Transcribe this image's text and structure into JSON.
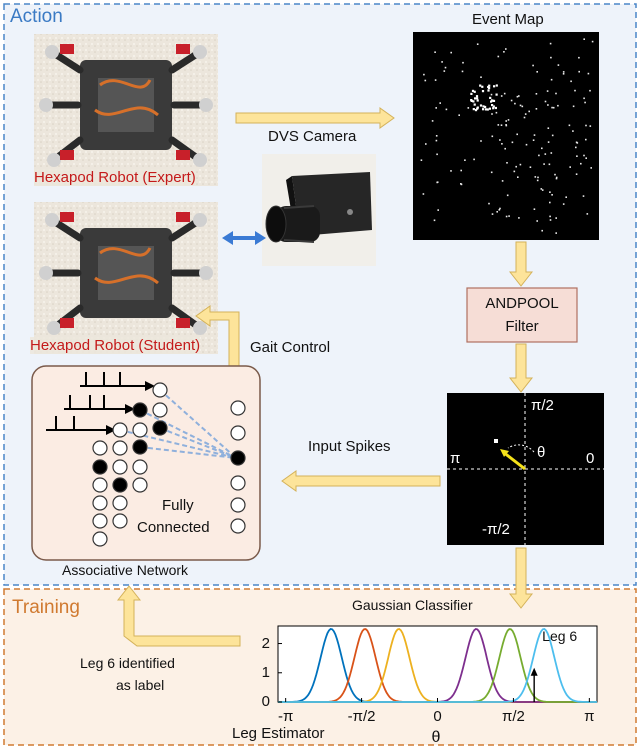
{
  "sections": {
    "action_title": "Action",
    "training_title": "Training"
  },
  "labels": {
    "event_map": "Event Map",
    "dvs_camera": "DVS Camera",
    "robot_expert": "Hexapod Robot (Expert)",
    "robot_student": "Hexapod Robot (Student)",
    "gait_control": "Gait Control",
    "andpool_line1": "ANDPOOL",
    "andpool_line2": "Filter",
    "input_spikes": "Input Spikes",
    "fully": "Fully",
    "connected": "Connected",
    "associative_network": "Associative Network",
    "gaussian_classifier": "Gaussian Classifier",
    "leg6_identified_line1": "Leg 6 identified",
    "leg6_identified_line2": "as label",
    "leg_estimator": "Leg Estimator"
  },
  "polar": {
    "top": "π/2",
    "left": "π",
    "right": "0",
    "bottom": "-π/2",
    "angle": "θ"
  },
  "colors": {
    "action_border": "#4a86c8",
    "action_fill": "#eef3fa",
    "training_border": "#d07a30",
    "training_fill": "#fcf1e6",
    "arrow_yellow": "#fde49a",
    "arrow_yellow_edge": "#d4b25a",
    "andpool_fill": "#f6ddd6",
    "andpool_border": "#b07060",
    "network_fill": "#fbece3",
    "network_border": "#7a5a4a",
    "double_arrow": "#3a7ad4",
    "robot_caption": "#c41a1a",
    "action_title": "#3a7ac4",
    "training_title": "#d07a30"
  },
  "chart_data": {
    "type": "line",
    "title": "Gaussian Classifier",
    "xlabel": "θ",
    "ylabel": "",
    "xlim": [
      -3.3,
      3.3
    ],
    "ylim": [
      0,
      2.6
    ],
    "x_ticks": [
      -3.1416,
      -1.5708,
      0,
      1.5708,
      3.1416
    ],
    "x_tick_labels": [
      "-π",
      "-π/2",
      "0",
      "π/2",
      "π"
    ],
    "y_ticks": [
      0,
      1,
      2
    ],
    "y_tick_labels": [
      "0",
      "1",
      "2"
    ],
    "grid": false,
    "series": [
      {
        "color": "#0072BD",
        "mu": -2.2,
        "sigma": 0.22,
        "amp": 2.5
      },
      {
        "color": "#D95319",
        "mu": -1.5,
        "sigma": 0.22,
        "amp": 2.5
      },
      {
        "color": "#EDB120",
        "mu": -0.8,
        "sigma": 0.22,
        "amp": 2.5
      },
      {
        "color": "#7E2F8E",
        "mu": 0.8,
        "sigma": 0.22,
        "amp": 2.5
      },
      {
        "color": "#77AC30",
        "mu": 1.5,
        "sigma": 0.22,
        "amp": 2.5
      },
      {
        "color": "#4DBEEE",
        "mu": 2.2,
        "sigma": 0.22,
        "amp": 2.5
      }
    ],
    "annotation": {
      "text": "Leg 6",
      "x": 2.0,
      "y": 1.0
    }
  }
}
